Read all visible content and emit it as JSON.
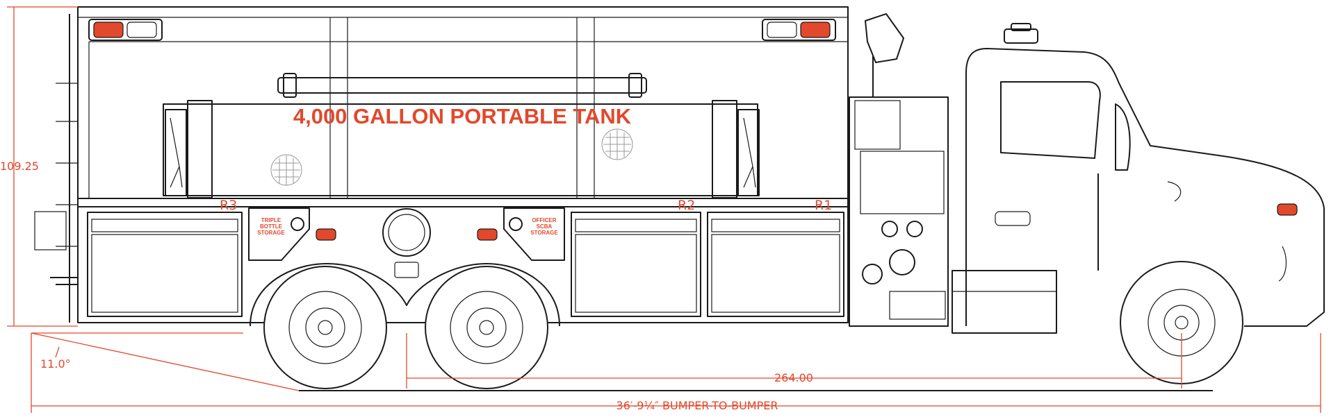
{
  "drawing": {
    "tank_label": "4,000 GALLON PORTABLE TANK",
    "compartments": [
      "R3",
      "R2",
      "R1"
    ],
    "door_labels": {
      "left": [
        "TRIPLE",
        "BOTTLE",
        "STORAGE"
      ],
      "right": [
        "OFFICER",
        "SCBA",
        "STORAGE"
      ]
    },
    "dimensions": {
      "height": "109.25",
      "wheelbase": "264.00",
      "departure_angle": "11.0°",
      "overall_length": "36′-9¼″ BUMPER-TO-BUMPER"
    }
  },
  "colors": {
    "line": "#1a1a1a",
    "accent": "#e2482c",
    "background": "#ffffff"
  }
}
